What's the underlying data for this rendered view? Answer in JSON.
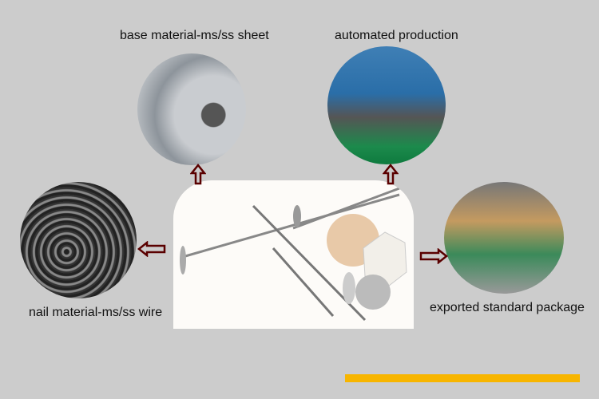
{
  "labels": {
    "sheet": "base material-ms/ss sheet",
    "production": "automated production",
    "wire": "nail material-ms/ss wire",
    "package": "exported standard package"
  },
  "colors": {
    "background": "#cccccc",
    "arrow": "#5a0000",
    "accent_bar": "#f7b500"
  }
}
